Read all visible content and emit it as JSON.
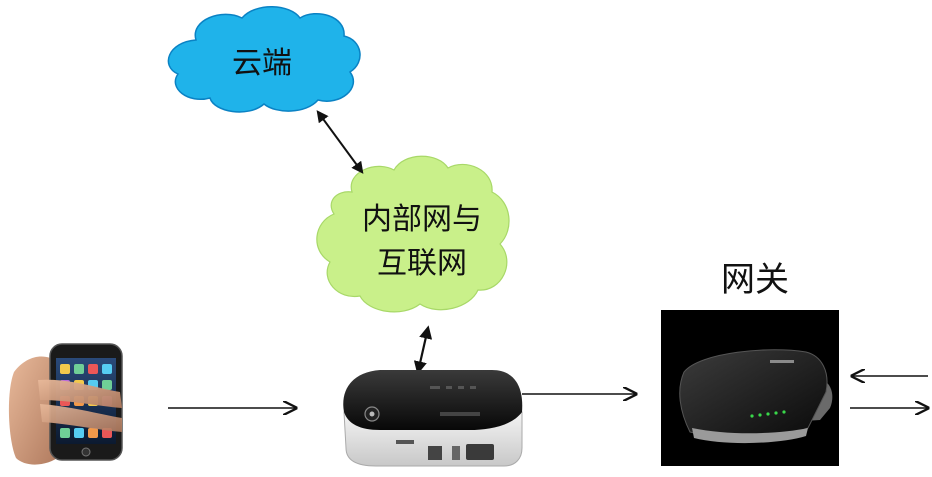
{
  "diagram": {
    "cloud": {
      "label": "云端",
      "color": "#1fb3ea"
    },
    "network": {
      "label_line1": "内部网与",
      "label_line2": "互联网",
      "color": "#c9f08a"
    },
    "gateway": {
      "label": "网关"
    },
    "arrow_color": "#111111"
  }
}
